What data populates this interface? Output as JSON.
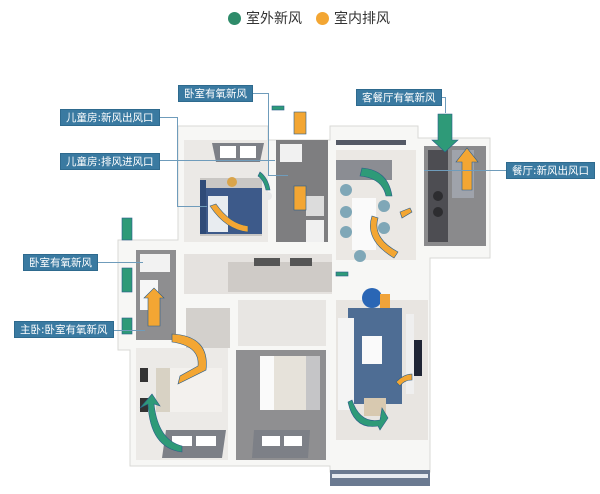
{
  "legend": {
    "items": [
      {
        "label": "室外新风",
        "color": "#2e8b6a"
      },
      {
        "label": "室内排风",
        "color": "#f3a633"
      }
    ]
  },
  "labels": {
    "bedroom_fresh_top": "卧室有氧新风",
    "kids_fresh_outlet": "儿童房:新风出风口",
    "kids_exhaust_inlet": "儿童房:排风进风口",
    "living_dining_fresh": "客餐厅有氧新风",
    "dining_fresh_outlet": "餐厅:新风出风口",
    "bedroom_fresh_left": "卧室有氧新风",
    "master_bedroom_fresh": "主卧:卧室有氧新风"
  },
  "colors": {
    "fresh": "#2e9a78",
    "exhaust": "#f3a633",
    "label_bg": "#3a7aa1",
    "leader_line": "#6f9cbb"
  }
}
